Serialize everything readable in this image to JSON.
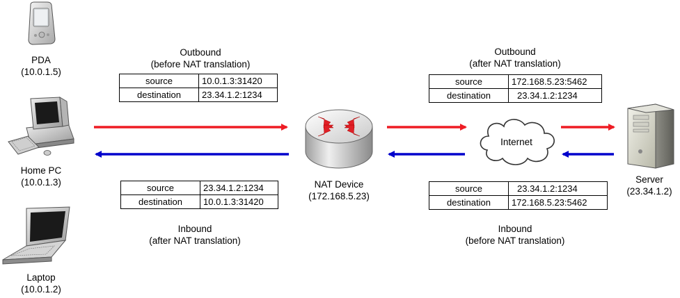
{
  "devices": {
    "pda": {
      "name": "PDA",
      "ip": "(10.0.1.5)"
    },
    "home_pc": {
      "name": "Home PC",
      "ip": "(10.0.1.3)"
    },
    "laptop": {
      "name": "Laptop",
      "ip": "(10.0.1.2)"
    },
    "nat_device": {
      "name": "NAT Device",
      "ip": "(172.168.5.23)"
    },
    "internet": {
      "name": "Internet"
    },
    "server": {
      "name": "Server",
      "ip": "(23.34.1.2)"
    }
  },
  "outbound_before": {
    "title": "Outbound",
    "subtitle": "(before NAT translation)",
    "rows": [
      {
        "key": "source",
        "value": "10.0.1.3:31420"
      },
      {
        "key": "destination",
        "value": "23.34.1.2:1234"
      }
    ]
  },
  "outbound_after": {
    "title": "Outbound",
    "subtitle": "(after NAT translation)",
    "rows": [
      {
        "key": "source",
        "value": "172.168.5.23:5462"
      },
      {
        "key": "destination",
        "value": "23.34.1.2:1234"
      }
    ]
  },
  "inbound_after": {
    "title": "Inbound",
    "subtitle": "(after NAT translation)",
    "rows": [
      {
        "key": "source",
        "value": "23.34.1.2:1234"
      },
      {
        "key": "destination",
        "value": "10.0.1.3:31420"
      }
    ]
  },
  "inbound_before": {
    "title": "Inbound",
    "subtitle": "(before NAT translation)",
    "rows": [
      {
        "key": "source",
        "value": "23.34.1.2:1234"
      },
      {
        "key": "destination",
        "value": "172.168.5.23:5462"
      }
    ]
  },
  "colors": {
    "outbound": "#ee1c24",
    "inbound": "#0000cc"
  }
}
